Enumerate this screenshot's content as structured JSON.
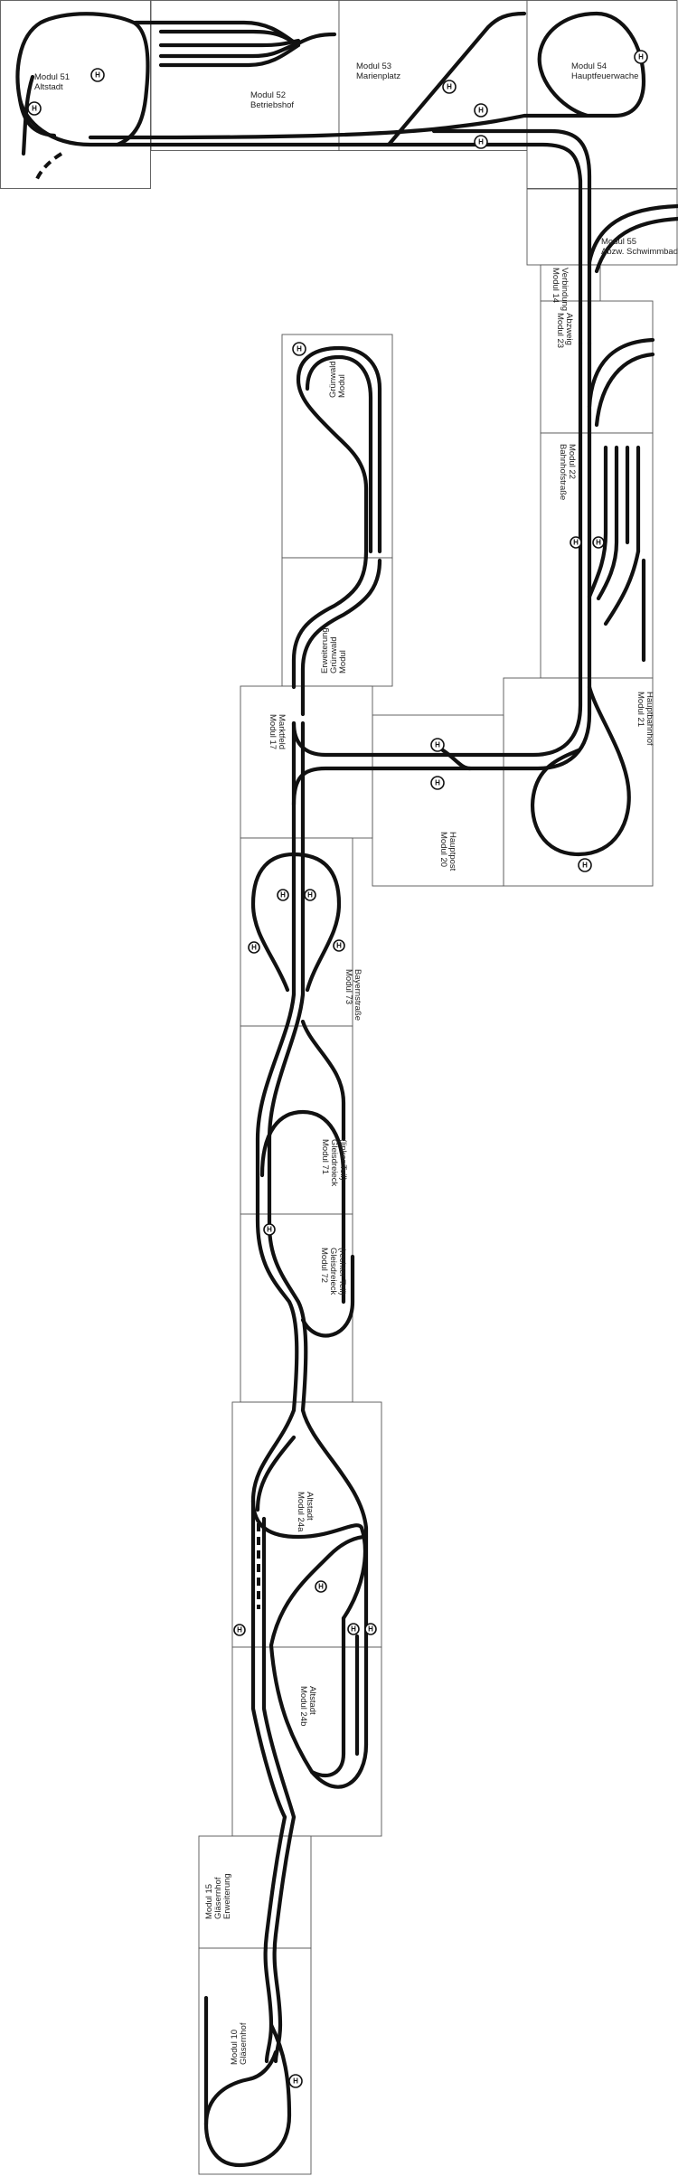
{
  "colors": {
    "track": "#111111",
    "module_border": "#555555",
    "background": "#ffffff"
  },
  "stop_symbol_label": "H",
  "modules": [
    {
      "id": "m51",
      "lines": [
        "Modul 51",
        "Altstadt"
      ]
    },
    {
      "id": "m52",
      "lines": [
        "Modul 52",
        "Betriebshof"
      ]
    },
    {
      "id": "m53",
      "lines": [
        "Modul 53",
        "Marienplatz"
      ]
    },
    {
      "id": "m54",
      "lines": [
        "Modul 54",
        "Hauptfeuerwache"
      ]
    },
    {
      "id": "m55",
      "lines": [
        "Modul 55",
        "Abzw. Schwimmbad"
      ]
    },
    {
      "id": "m14",
      "lines": [
        "Modul 14",
        "Verbindung"
      ]
    },
    {
      "id": "m23",
      "lines": [
        "Modul 23",
        "Abzweig"
      ]
    },
    {
      "id": "m22",
      "lines": [
        "Modul 22",
        "Bahnhofstraße"
      ]
    },
    {
      "id": "m21",
      "lines": [
        "Modul 21",
        "Hauptbahnhof"
      ]
    },
    {
      "id": "m20",
      "lines": [
        "Modul 20",
        "Hauptpost"
      ]
    },
    {
      "id": "mgw",
      "lines": [
        "Modul",
        "Grünwald"
      ]
    },
    {
      "id": "mgwe",
      "lines": [
        "Modul",
        "Grünwald",
        "Erweiterung"
      ]
    },
    {
      "id": "m17",
      "lines": [
        "Modul 17",
        "Marktfeld"
      ]
    },
    {
      "id": "m73",
      "lines": [
        "Modul 73",
        "Bayernstraße"
      ]
    },
    {
      "id": "m71",
      "lines": [
        "Modul 71",
        "Gleisdreieck",
        "(linker Teil)"
      ]
    },
    {
      "id": "m72",
      "lines": [
        "Modul 72",
        "Gleisdreieck",
        "(rechter Teil)"
      ]
    },
    {
      "id": "m24a",
      "lines": [
        "Modul 24a",
        "Altstadt"
      ]
    },
    {
      "id": "m24b",
      "lines": [
        "Modul 24b",
        "Altstadt"
      ]
    },
    {
      "id": "m15",
      "lines": [
        "Modul 15",
        "Gläsernhof",
        "Erweiterung"
      ]
    },
    {
      "id": "m10",
      "lines": [
        "Modul 10",
        "Gläsernhof"
      ]
    }
  ]
}
